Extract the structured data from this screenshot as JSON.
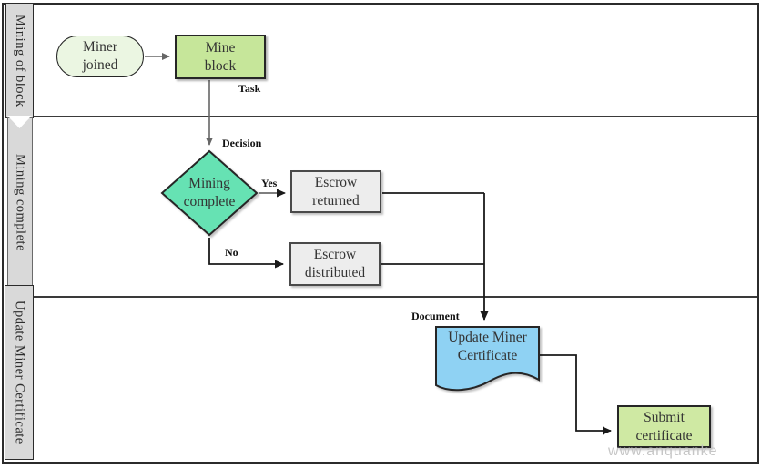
{
  "diagram": {
    "type": "bpmn-swimlane-flowchart",
    "lanes": [
      {
        "label": "Mining of block"
      },
      {
        "label": "Mining complete"
      },
      {
        "label": "Update Miner Certificate"
      }
    ],
    "nodes": {
      "miner_joined": {
        "label": "Miner joined",
        "shape": "start-rounded"
      },
      "mine_block": {
        "label": "Mine block",
        "shape": "task-rect"
      },
      "mining_complete": {
        "label": "Mining complete",
        "shape": "decision-diamond"
      },
      "escrow_returned": {
        "label": "Escrow returned",
        "shape": "rect"
      },
      "escrow_distributed": {
        "label": "Escrow distributed",
        "shape": "rect"
      },
      "update_miner_certificate": {
        "label": "Update Miner Certificate",
        "shape": "document"
      },
      "submit_certificate": {
        "label": "Submit certificate",
        "shape": "task-rect"
      }
    },
    "annotations": {
      "task": "Task",
      "decision": "Decision",
      "yes": "Yes",
      "no": "No",
      "document": "Document"
    },
    "edges": [
      {
        "from": "miner_joined",
        "to": "mine_block"
      },
      {
        "from": "mine_block",
        "to": "mining_complete",
        "label": "Decision"
      },
      {
        "from": "mining_complete",
        "to": "escrow_returned",
        "label": "Yes"
      },
      {
        "from": "mining_complete",
        "to": "escrow_distributed",
        "label": "No"
      },
      {
        "from": "escrow_returned",
        "to": "update_miner_certificate"
      },
      {
        "from": "escrow_distributed",
        "to": "update_miner_certificate"
      },
      {
        "from": "update_miner_certificate",
        "to": "submit_certificate"
      }
    ],
    "colors": {
      "lane_bar": "#d9d9d9",
      "start_fill": "#ebf6e2",
      "task_green": "#c6e69a",
      "decision_teal": "#66e2b3",
      "escrow_gray": "#ededed",
      "document_blue": "#8fd2f3",
      "submit_green": "#cfe9a3"
    },
    "watermark": "www.anquanke"
  }
}
